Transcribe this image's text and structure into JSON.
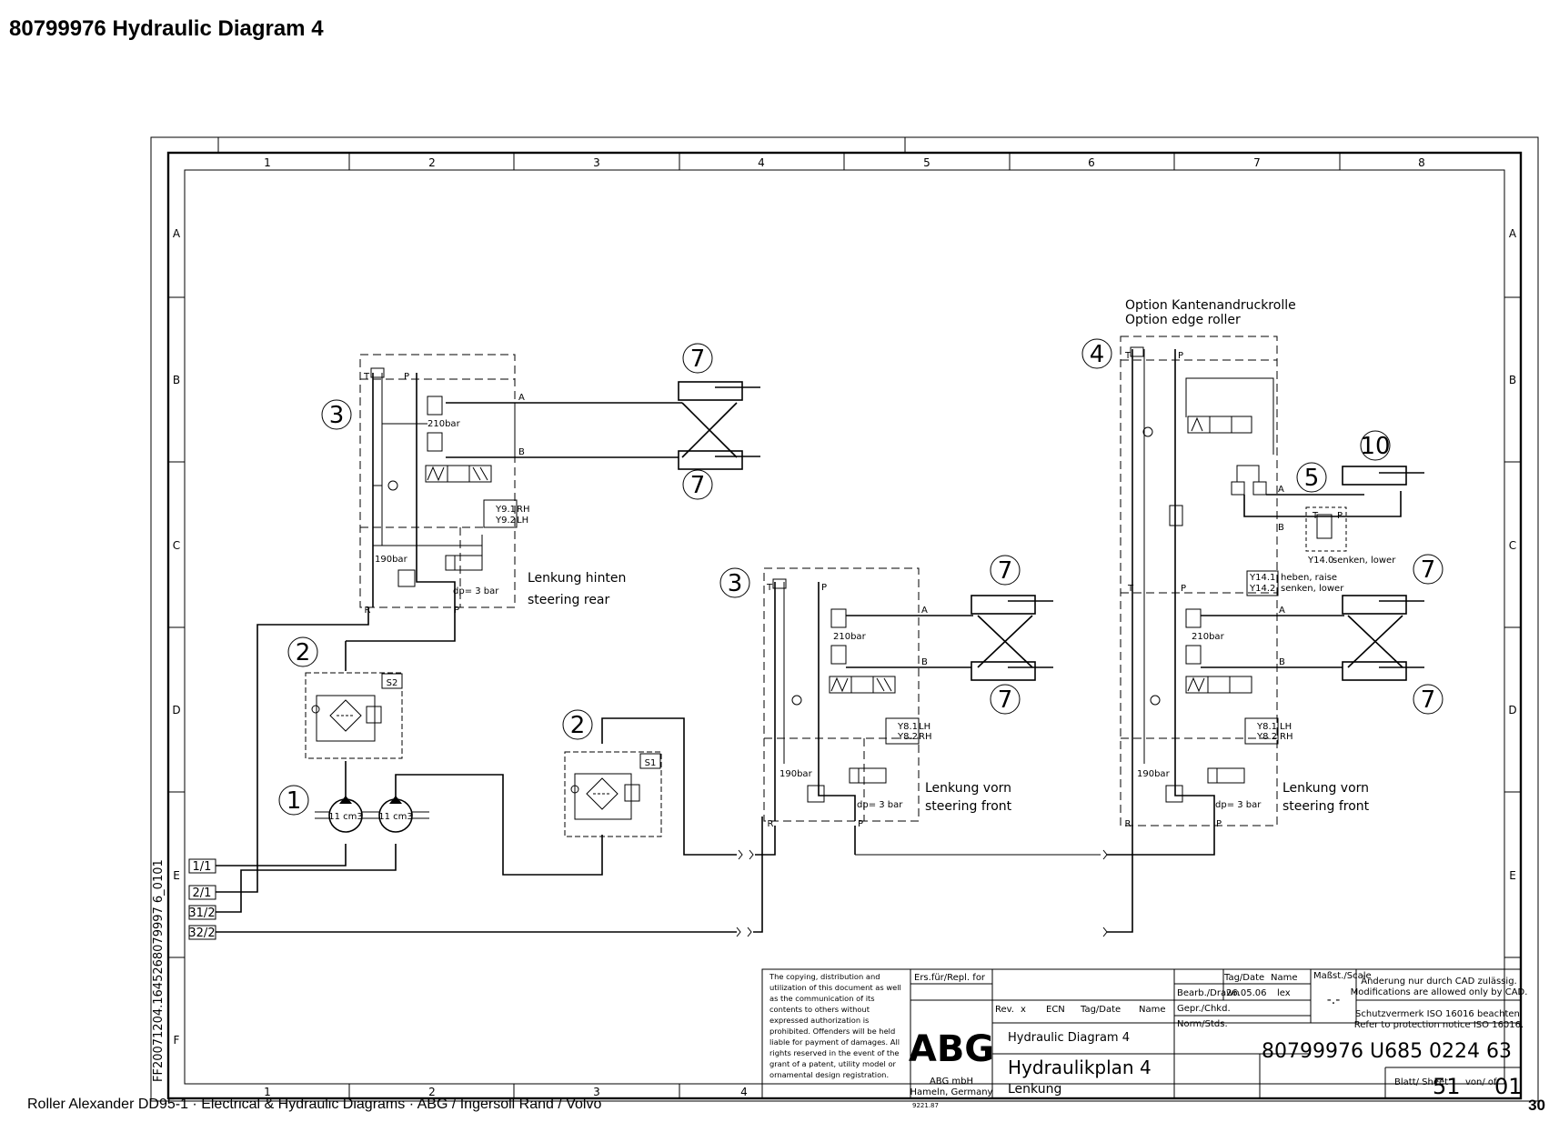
{
  "page_title": "80799976  Hydraulic Diagram 4",
  "footer": {
    "left": "Roller Alexander DD95-1  ·  Electrical & Hydraulic Diagrams  ·  ABG / Ingersoll Rand / Volvo",
    "page_number": "30"
  },
  "grid": {
    "columns": [
      "1",
      "2",
      "3",
      "4",
      "5",
      "6",
      "7",
      "8"
    ],
    "rows": [
      "A",
      "B",
      "C",
      "D",
      "E",
      "F"
    ]
  },
  "side_code": "FF20071204.1645268079997 6_0101",
  "connectors": [
    "1/1",
    "2/1",
    "31/2",
    "32/2"
  ],
  "components": {
    "pumps": {
      "number": "1",
      "displacement_a": "11 cm3",
      "displacement_b": "11 cm3"
    },
    "filter_s2": {
      "number": "2",
      "tag": "S2"
    },
    "filter_s1": {
      "number": "2",
      "tag": "S1"
    },
    "rear_valve": {
      "number": "3",
      "relief": "210bar",
      "relief2": "190bar",
      "dp": "dp= 3 bar",
      "port_a": "A",
      "port_b": "B",
      "port_t": "T",
      "port_p": "P",
      "port_r": "R",
      "sol1": "Y9.1",
      "sol1_side": "RH",
      "sol2": "Y9.2",
      "sol2_side": "LH",
      "label_de": "Lenkung hinten",
      "label_en": "steering rear"
    },
    "front_valve": {
      "number": "3",
      "relief": "210bar",
      "relief2": "190bar",
      "dp": "dp= 3 bar",
      "port_a": "A",
      "port_b": "B",
      "port_t": "T",
      "port_p": "P",
      "port_r": "R",
      "sol1": "Y8.1",
      "sol1_side": "LH",
      "sol2": "Y8.2",
      "sol2_side": "RH",
      "label_de": "Lenkung vorn",
      "label_en": "steering front"
    },
    "option_valve": {
      "number": "4",
      "option_de": "Option  Kantenandruckrolle",
      "option_en": "Option   edge roller",
      "relief": "210bar",
      "relief2": "190bar",
      "dp": "dp= 3 bar",
      "port_a": "A",
      "port_b": "B",
      "port_t": "T",
      "port_p": "P",
      "port_r": "R",
      "sol1": "Y8.1",
      "sol1_side": "LH",
      "sol2": "Y8.2",
      "sol2_side": "RH",
      "label_de": "Lenkung vorn",
      "label_en": "steering front",
      "raise_sol1": "Y14.1",
      "raise_sol1_text": "heben, raise",
      "raise_sol2": "Y14.2",
      "raise_sol2_text": "senken, lower",
      "lower_valve": "Y14.0",
      "lower_valve_text": "senken, lower",
      "valve5": "5",
      "cyl10": "10"
    },
    "cylinder_number": "7"
  },
  "title_block": {
    "copyright": "The copying, distribution and utilization of this document as well as the communication of its contents to others without expressed authorization is prohibited. Offenders will be held liable for payment of damages. All rights reserved in the event of the grant of a patent, utility model or ornamental design registration.",
    "ers_label": "Ers.für/Repl. for",
    "rev_headers": [
      "Rev.",
      "x",
      "ECN",
      "Tag/Date",
      "Name"
    ],
    "date_header": "Tag/Date",
    "name_header": "Name",
    "scale_header": "Maßst./Scale",
    "scale_value": "-.-",
    "drawn_label": "Bearb./Drawn",
    "drawn_date": "26.05.06",
    "drawn_name": "lex",
    "checked_label": "Gepr./Chkd.",
    "norm_label": "Norm/Stds.",
    "company_logo": "ABG",
    "company_name": "ABG mbH",
    "company_city": "Hameln, Germany",
    "form_code": "9221.87",
    "title_en": "Hydraulic Diagram 4",
    "title_de": "Hydraulikplan 4",
    "subtitle": "Lenkung",
    "doc_number": "80799976 U685 0224 63",
    "sheet_label": "Blatt/ Sheet",
    "sheet_value": "51",
    "of_label": "von/ of",
    "of_value": "01",
    "cad_notice_de": "Änderung nur durch CAD zulässig.",
    "cad_notice_en": "Modifications are allowed only by CAD.",
    "iso_notice_de": "Schutzvermerk ISO 16016 beachten.",
    "iso_notice_en": "Refer to protection notice ISO 16016."
  }
}
